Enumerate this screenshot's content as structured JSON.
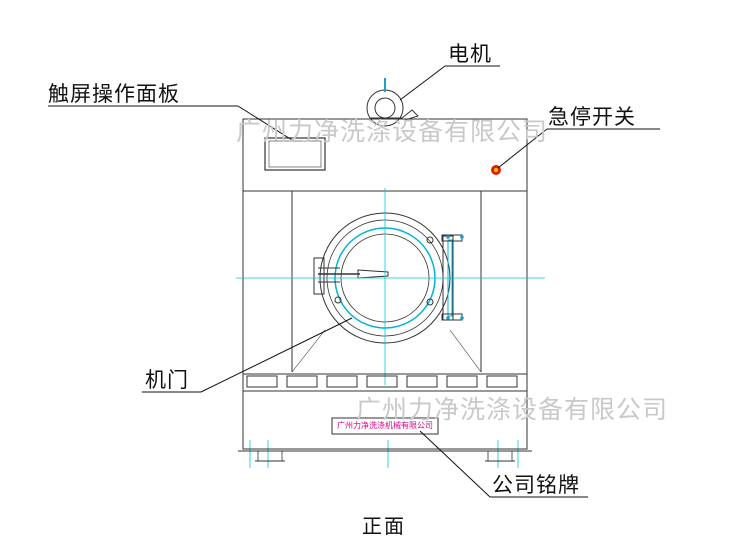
{
  "labels": {
    "motor": "电机",
    "touch_panel": "触屏操作面板",
    "emergency_stop": "急停开关",
    "door": "机门",
    "nameplate": "公司铭牌",
    "view": "正面"
  },
  "nameplate_text": "广州力净洗涤机械有限公司",
  "watermark": "广州力净洗涤设备有限公司",
  "colors": {
    "line": "#333333",
    "centerline": "#00c8d8",
    "door_ring": "#00b4d8",
    "plate_text": "#e0008a",
    "stop_button": "#e02000",
    "watermark": "#c9c9c9"
  }
}
